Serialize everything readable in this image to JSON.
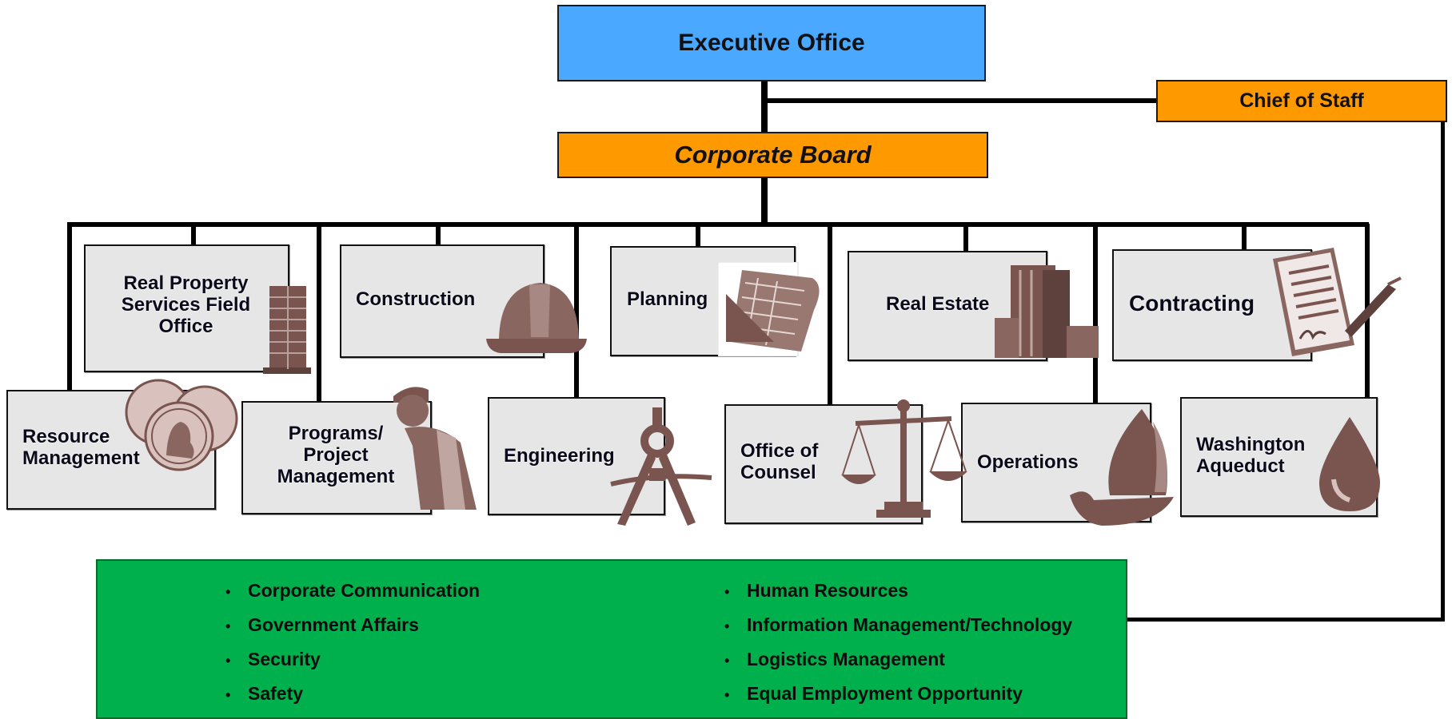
{
  "executive": "Executive Office",
  "chief_of_staff": "Chief of Staff",
  "corporate_board": "Corporate Board",
  "upper_units": [
    "Real Property Services Field Office",
    "Construction",
    "Planning",
    "Real Estate",
    "Contracting"
  ],
  "lower_units": [
    "Resource Management",
    "Programs/ Project Management",
    "Engineering",
    "Office of Counsel",
    "Operations",
    "Washington Aqueduct"
  ],
  "staff_list_left": [
    "Corporate Communication",
    "Government Affairs",
    "Security",
    "Safety"
  ],
  "staff_list_right": [
    "Human Resources",
    "Information Management/Technology",
    "Logistics Management",
    "Equal Employment Opportunity"
  ],
  "colors": {
    "executive": "#4aa8ff",
    "orange": "#ff9900",
    "green": "#00b04c",
    "unit_fill": "#e6e6e6",
    "icon": "#7a5550"
  },
  "icons": [
    "building-icon",
    "hard-hat-icon",
    "blueprint-icon",
    "skyscraper-icon",
    "contract-pen-icon",
    "coins-icon",
    "worker-icon",
    "compass-icon",
    "scales-icon",
    "sailboat-icon",
    "water-drop-icon"
  ]
}
